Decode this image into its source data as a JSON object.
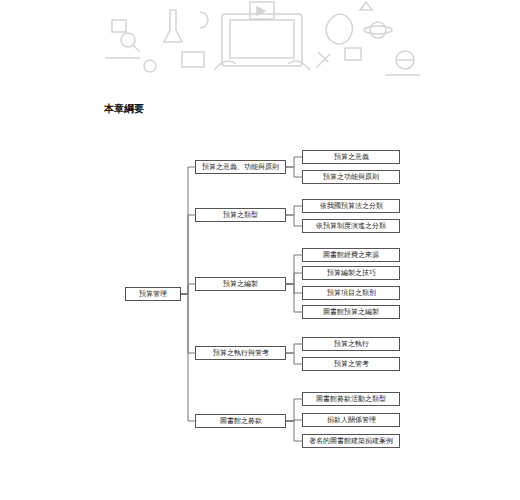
{
  "diagram": {
    "title": "本章綱要",
    "nodes": [
      {
        "text": [
          "預算管理"
        ]
      },
      {
        "text": [
          "預算之意義、功能與原則"
        ]
      },
      {
        "text": [
          "預算之意義"
        ]
      },
      {
        "text": [
          "預算之功能與原則"
        ]
      },
      {
        "text": [
          "預算之類型"
        ]
      },
      {
        "text": [
          "依我國預算法之分類"
        ]
      },
      {
        "text": [
          "依預算制度演進之分類"
        ]
      },
      {
        "text": [
          "預算之編製"
        ]
      },
      {
        "text": [
          "圖書館經費之來源"
        ]
      },
      {
        "text": [
          "預算編製之技巧"
        ]
      },
      {
        "text": [
          "預算項目之類別"
        ]
      },
      {
        "text": [
          "圖書館預算之編製"
        ]
      },
      {
        "text": [
          "預算之執行與管考"
        ]
      },
      {
        "text": [
          "預算之執行"
        ]
      },
      {
        "text": [
          "預算之管考"
        ]
      },
      {
        "text": [
          "圖書館之募款"
        ]
      },
      {
        "text": [
          "圖書館募款活動之類型"
        ]
      },
      {
        "text": [
          "捐款人關係管理"
        ]
      },
      {
        "text": [
          "著名的圖書館建築捐建案例"
        ]
      }
    ],
    "edges": [
      {
        "from": 0,
        "to": 1,
        "arrow": "none"
      },
      {
        "from": 0,
        "to": 4,
        "arrow": "none"
      },
      {
        "from": 0,
        "to": 7,
        "arrow": "none"
      },
      {
        "from": 0,
        "to": 12,
        "arrow": "none"
      },
      {
        "from": 0,
        "to": 15,
        "arrow": "none"
      },
      {
        "from": 1,
        "to": 2,
        "arrow": "none"
      },
      {
        "from": 1,
        "to": 3,
        "arrow": "none"
      },
      {
        "from": 4,
        "to": 5,
        "arrow": "none"
      },
      {
        "from": 4,
        "to": 6,
        "arrow": "none"
      },
      {
        "from": 7,
        "to": 8,
        "arrow": "none"
      },
      {
        "from": 7,
        "to": 9,
        "arrow": "none"
      },
      {
        "from": 7,
        "to": 10,
        "arrow": "none"
      },
      {
        "from": 7,
        "to": 11,
        "arrow": "none"
      },
      {
        "from": 12,
        "to": 13,
        "arrow": "none"
      },
      {
        "from": 12,
        "to": 14,
        "arrow": "none"
      },
      {
        "from": 15,
        "to": 16,
        "arrow": "none"
      },
      {
        "from": 15,
        "to": 17,
        "arrow": "none"
      },
      {
        "from": 15,
        "to": 18,
        "arrow": "none"
      }
    ]
  }
}
